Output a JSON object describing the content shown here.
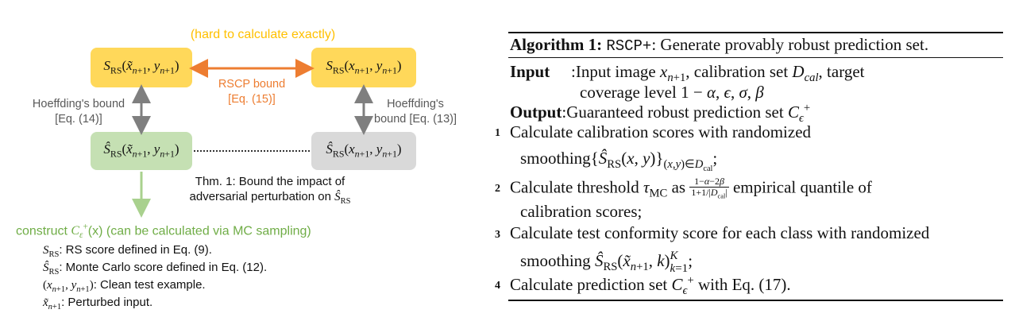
{
  "diagram": {
    "top_note": "(hard to calculate exactly)",
    "box_top_left": "S_RS(x̃_{n+1}, y_{n+1})",
    "box_top_right": "S_RS(x_{n+1}, y_{n+1})",
    "box_bottom_left": "Ŝ_RS(x̃_{n+1}, y_{n+1})",
    "box_bottom_right": "Ŝ_RS(x_{n+1}, y_{n+1})",
    "rscp_bound_line1": "RSCP bound",
    "rscp_bound_line2": "[Eq. (15)]",
    "hoeffding_left_line1": "Hoeffding's bound",
    "hoeffding_left_line2": "[Eq. (14)]",
    "hoeffding_right_line1": "Hoeffding's",
    "hoeffding_right_line2": "bound [Eq. (13)]",
    "thm_line1": "Thm. 1: Bound the impact of",
    "thm_line2": "adversarial perturbation on Ŝ_RS",
    "construct": "construct C_ε^+(x) (can be calculated via MC sampling)",
    "colors": {
      "yellow": "#FFD85A",
      "green": "#C5E0B3",
      "gray": "#D9D9D9",
      "orange": "#ED7D31",
      "arrow_gray": "#7F7F7F",
      "green_text": "#70AD47",
      "orange_text": "#ED7D31",
      "yellow_text": "#FFC000"
    }
  },
  "legend": [
    {
      "sym": "S_RS",
      "text": ": RS score defined in Eq. (9)."
    },
    {
      "sym": "Ŝ_RS",
      "text": ": Monte Carlo score defined in Eq. (12)."
    },
    {
      "sym": "(x_{n+1}, y_{n+1})",
      "text": ": Clean test example."
    },
    {
      "sym": "x̃_{n+1}",
      "text": ": Perturbed input."
    }
  ],
  "algorithm": {
    "title_prefix": "Algorithm 1:",
    "title_name": "RSCP+",
    "title_rest": ": Generate provably robust prediction set.",
    "input_label": "Input",
    "input_text1": ":Input image x_{n+1}, calibration set D_cal, target",
    "input_text2": "coverage level 1 − α, ε, σ, β",
    "output_label": "Output",
    "output_text": ":Guaranteed robust prediction set C_ε^+",
    "steps": [
      {
        "num": "1",
        "line1": "Calculate calibration scores with randomized",
        "line2": "smoothing{Ŝ_RS(x, y)}_{(x,y)∈D_cal};"
      },
      {
        "num": "2",
        "line1": "Calculate threshold τ_MC as (1−α−2β)/(1+1/|D_cal|) empirical quantile of",
        "line2": "calibration scores;"
      },
      {
        "num": "3",
        "line1": "Calculate test conformity score for each class with randomized",
        "line2": "smoothing Ŝ_RS(x̃_{n+1}, k)_{k=1}^K;"
      },
      {
        "num": "4",
        "line1": "Calculate prediction set C_ε^+ with Eq. (17)."
      }
    ]
  }
}
